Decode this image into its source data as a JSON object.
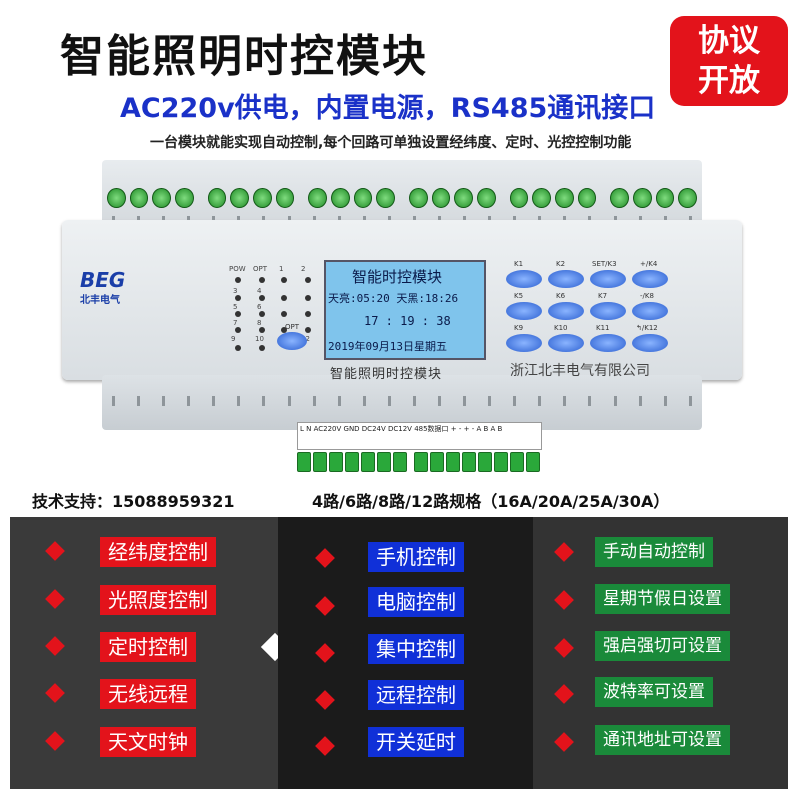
{
  "header": {
    "title": "智能照明时控模块",
    "badge_line1": "协议",
    "badge_line2": "开放",
    "subtitle": "AC220v供电，内置电源，RS485通讯接口",
    "description": "一台模块就能实现自动控制,每个回路可单独设置经纬度、定时、光控控制功能"
  },
  "device": {
    "logo": "BEG",
    "logo_cn": "北丰电气",
    "lcd_line1": "智能时控模块",
    "lcd_line2": "天亮:05:20 天黑:18:26",
    "lcd_line3": "17 : 19 : 38",
    "lcd_line4": "2019年09月13日星期五",
    "caption": "智能照明时控模块",
    "company": "浙江北丰电气有限公司",
    "led_labels": [
      "POW",
      "OPT",
      "1",
      "2",
      "3",
      "4",
      "5",
      "6",
      "7",
      "8",
      "9",
      "10",
      "11",
      "12"
    ],
    "opt_label": "OPT",
    "keys": [
      "K1",
      "K2",
      "SET/K3",
      "+/K4",
      "K5",
      "K6",
      "K7",
      "-/K8",
      "K9",
      "K10",
      "K11",
      "↰/K12"
    ],
    "terminal_labels": "L N AC220V  GND  DC24V  DC12V  485数据口  + - + - A B A B"
  },
  "info": {
    "support": "技术支持：15088959321",
    "spec": "4路/6路/8路/12路规格（16A/20A/25A/30A）"
  },
  "features": {
    "red": [
      "经纬度控制",
      "光照度控制",
      "定时控制",
      "无线远程",
      "天文时钟"
    ],
    "blue": [
      "手机控制",
      "电脑控制",
      "集中控制",
      "远程控制",
      "开关延时"
    ],
    "green": [
      "手动自动控制",
      "星期节假日设置",
      "强启强切可设置",
      "波特率可设置",
      "通讯地址可设置"
    ]
  },
  "colors": {
    "red": "#e3131b",
    "blue": "#1030d8",
    "green": "#1a8a3a",
    "title_blue": "#1a31c8"
  }
}
